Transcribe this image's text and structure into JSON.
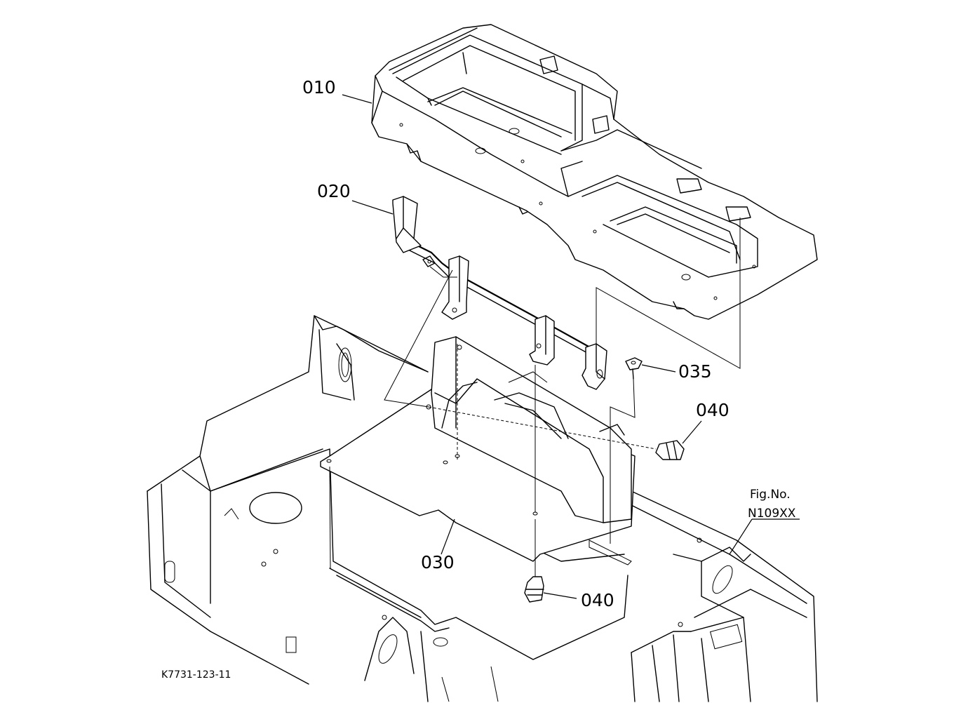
{
  "parts": {
    "p010": "010",
    "p020": "020",
    "p030": "030",
    "p035": "035",
    "p040a": "040",
    "p040b": "040"
  },
  "figure_ref": {
    "line1": "Fig.No.",
    "line2": "N109XX"
  },
  "drawing_id": "K7731-123-11"
}
